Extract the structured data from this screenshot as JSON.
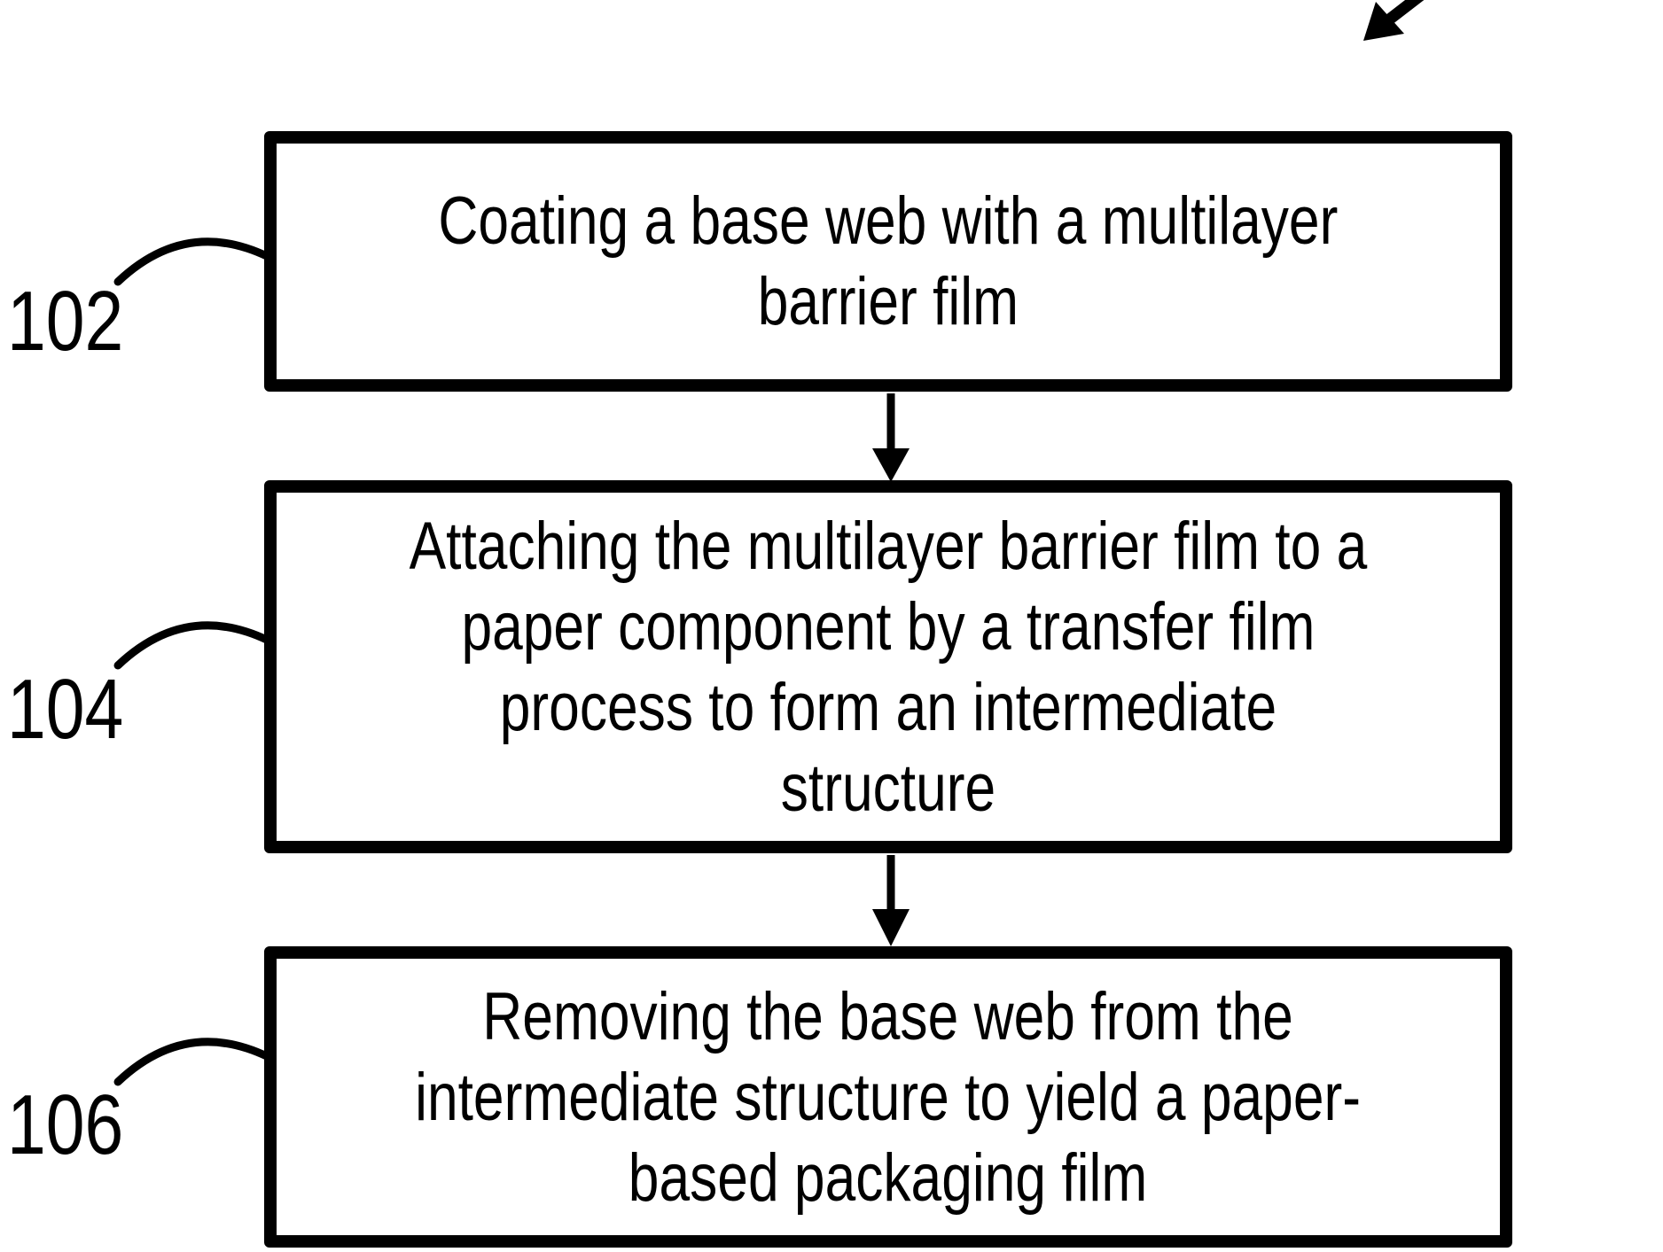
{
  "figure": {
    "type": "flowchart",
    "background_color": "#ffffff",
    "ink_color": "#000000"
  },
  "steps": [
    {
      "ref": "102",
      "text": "Coating a base web with a multilayer\nbarrier film"
    },
    {
      "ref": "104",
      "text": "Attaching the multilayer barrier film to a\npaper component by a transfer film\nprocess to form an intermediate\nstructure"
    },
    {
      "ref": "106",
      "text": "Removing the base web from the\nintermediate structure to yield a paper-\nbased packaging film"
    }
  ]
}
